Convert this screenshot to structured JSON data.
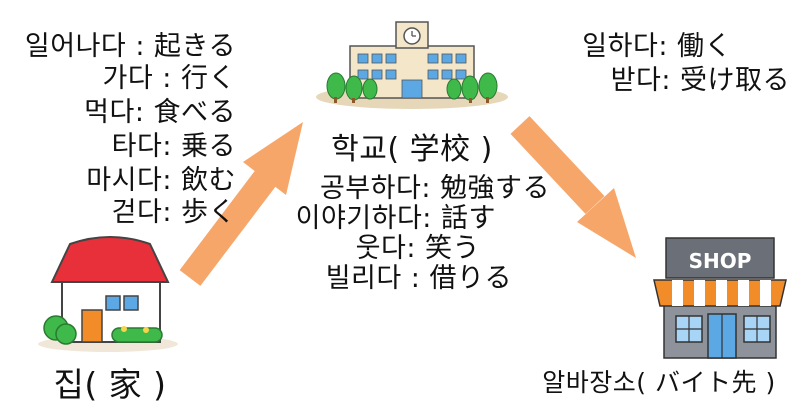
{
  "home": {
    "label": "집( 家 )",
    "verbs": [
      "일어나다 :  起きる",
      "가다 :  行く",
      "먹다: 食べる",
      "타다: 乗る",
      "마시다: 飲む",
      "걷다: 歩く"
    ]
  },
  "school": {
    "label": "학교( 学校 )",
    "verbs": [
      "공부하다: 勉強する",
      "이야기하다: 話す",
      "웃다: 笑う",
      "빌리다 :  借りる"
    ]
  },
  "workplace": {
    "label": "알바장소( バイト先 )",
    "sign": "SHOP",
    "verbs": [
      "일하다: 働く",
      "받다: 受け取る"
    ]
  },
  "colors": {
    "arrow": "#F7A66A",
    "roof_red": "#E8303A",
    "school_wall": "#F3E6C9",
    "tree_green": "#3FB94A",
    "shop_awning": "#F28C28"
  }
}
